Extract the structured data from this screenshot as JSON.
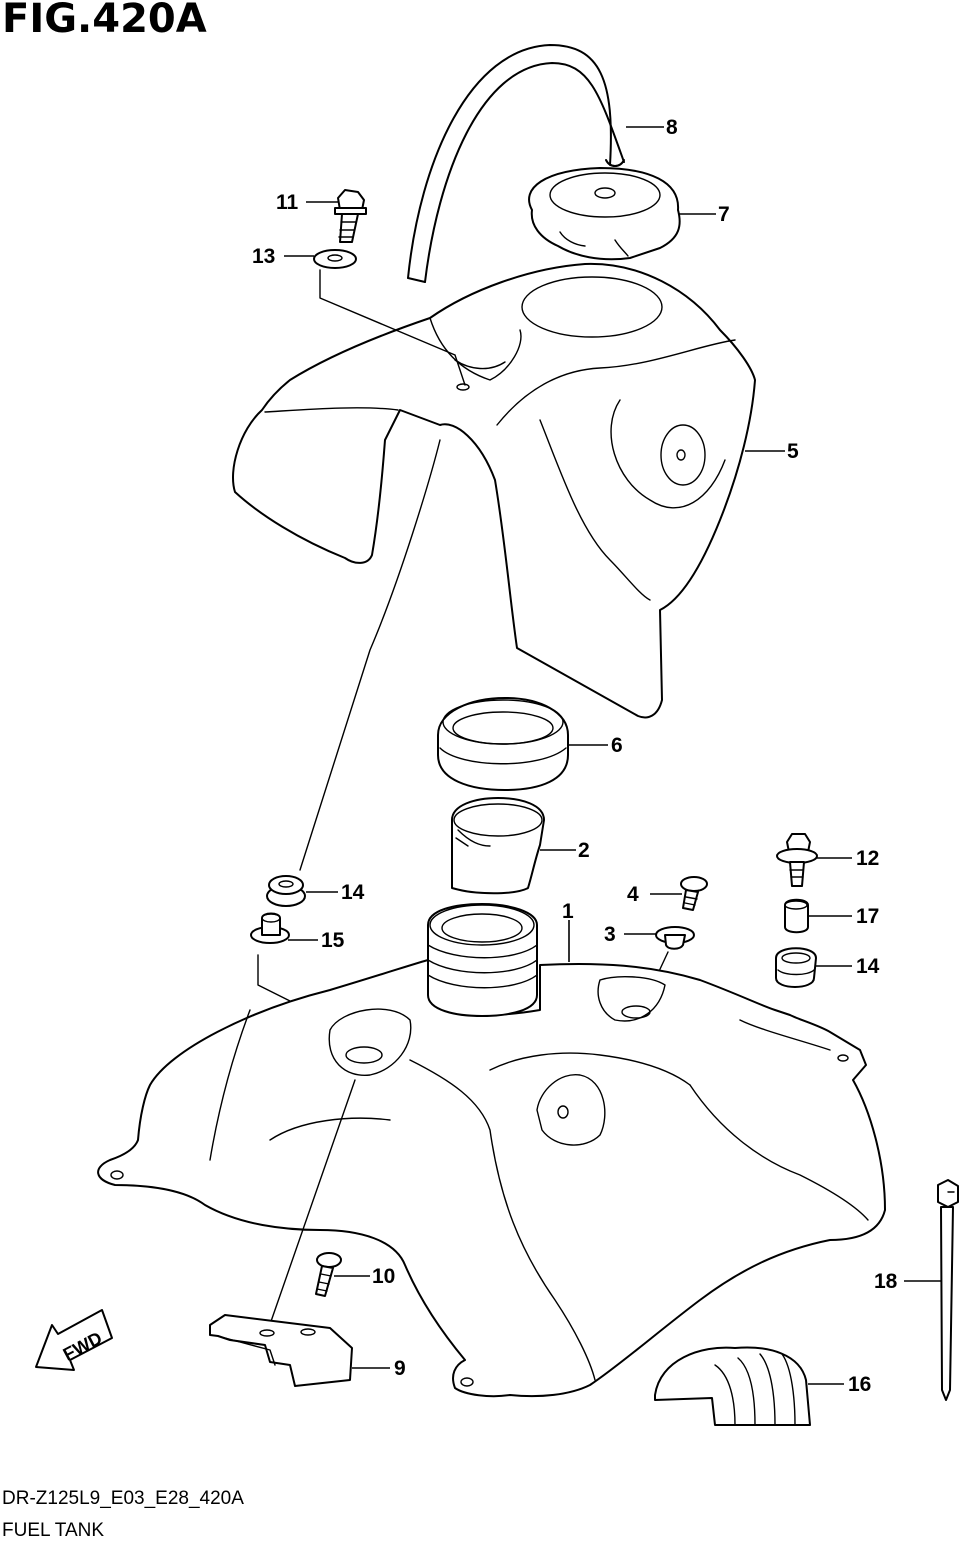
{
  "figure": {
    "title": "FIG.420A",
    "code": "DR-Z125L9_E03_E28_420A",
    "name": "FUEL TANK"
  },
  "fwd_label": "FWD",
  "callouts": [
    "1",
    "2",
    "3",
    "4",
    "5",
    "6",
    "7",
    "8",
    "9",
    "10",
    "11",
    "12",
    "13",
    "14",
    "14",
    "15",
    "16",
    "17",
    "18"
  ]
}
